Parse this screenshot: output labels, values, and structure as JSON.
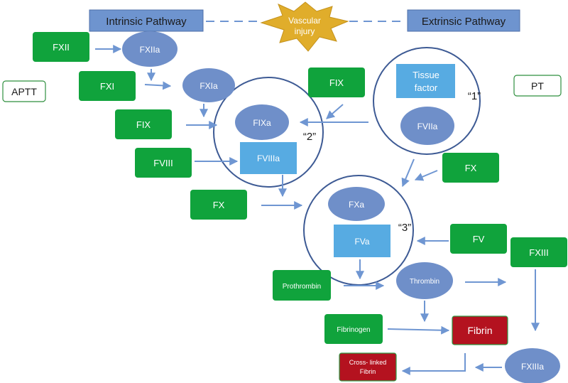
{
  "header": {
    "intrinsic": "Intrinsic Pathway",
    "extrinsic": "Extrinsic Pathway",
    "injury": [
      "Vascular",
      "injury"
    ]
  },
  "tests": {
    "aptt": "APTT",
    "pt": "PT"
  },
  "factors": {
    "fxii": "FXII",
    "fxiia": "FXIIa",
    "fxi": "FXI",
    "fxia": "FXIa",
    "fix_intrinsic": "FIX",
    "fix_extrinsic": "FIX",
    "fixa": "FIXa",
    "fviii": "FVIII",
    "fviiia": "FVIIIa",
    "tissue_factor": [
      "Tissue",
      "factor"
    ],
    "fviia": "FVIIa",
    "fx_intrinsic": "FX",
    "fx_extrinsic": "FX",
    "fxa": "FXa",
    "fv": "FV",
    "fva": "FVa",
    "prothrombin": "Prothrombin",
    "thrombin": "Thrombin",
    "fibrinogen": "Fibrinogen",
    "fibrin": "Fibrin",
    "fxiii": "FXIII",
    "fxiiia": "FXIIIa",
    "crosslinked": [
      "Cross- linked",
      "Fibrin"
    ]
  },
  "complexes": {
    "c1": "“1”",
    "c2": "“2”",
    "c3": "“3”"
  },
  "colors": {
    "green": "#10a33c",
    "oval": "#6f8fc9",
    "square": "#57abe2",
    "header": "#6e94cf",
    "fibrin": "#b4121f",
    "arrow": "#6f96d2",
    "circle": "#3d5a94",
    "star": "#e0ad2b"
  }
}
